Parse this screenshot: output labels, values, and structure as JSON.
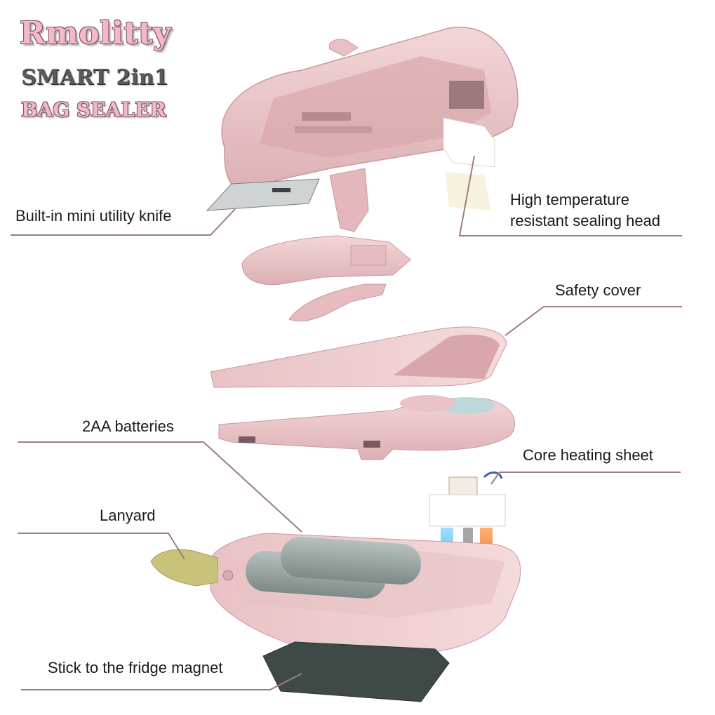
{
  "brand": {
    "name": "Rmolitty",
    "line2": "SMART 2in1",
    "line3": "BAG SEALER"
  },
  "callouts": {
    "knife": "Built-in mini utility knife",
    "sealing_head_line1": "High temperature",
    "sealing_head_line2": "resistant sealing head",
    "safety_cover": "Safety cover",
    "batteries": "2AA batteries",
    "core_heating": "Core heating sheet",
    "lanyard": "Lanyard",
    "magnet": "Stick to the fridge magnet"
  },
  "colors": {
    "body_pink": "#edc9cc",
    "body_pink_dark": "#d9a9ad",
    "leader_line": "#9c7d80",
    "lanyard": "#c9c27a",
    "battery": "#9aa6a2",
    "magnet": "#3f4a47",
    "heat_blue": "#39a6e8",
    "heat_orange": "#e8632a"
  }
}
